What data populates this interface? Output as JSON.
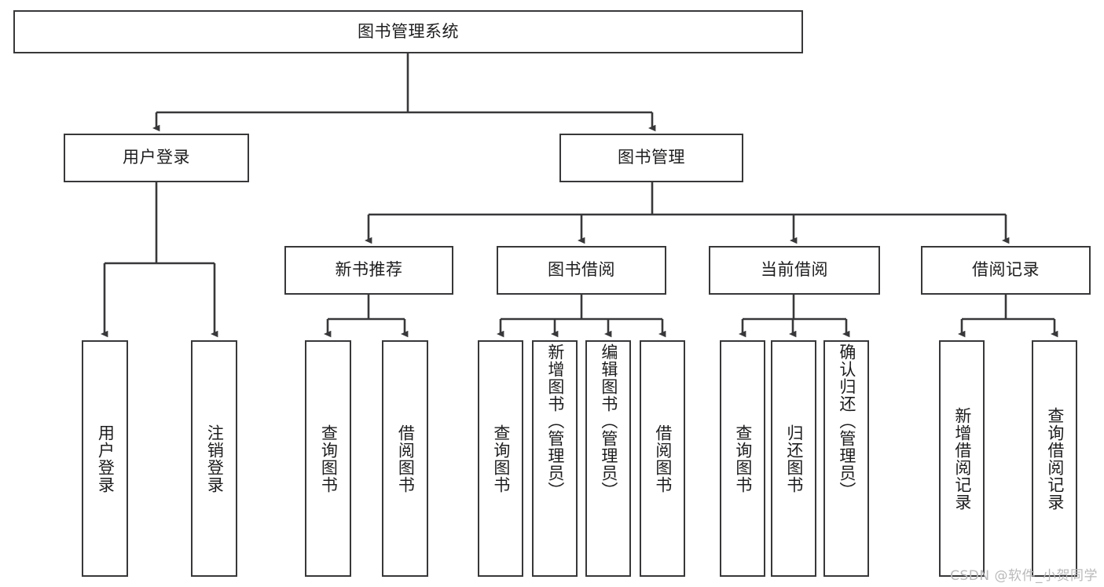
{
  "diagram": {
    "title": "图书管理系统",
    "type": "tree-hierarchy",
    "root": {
      "label": "图书管理系统"
    },
    "level2": [
      {
        "id": "user-login",
        "label": "用户登录"
      },
      {
        "id": "book-management",
        "label": "图书管理"
      }
    ],
    "level3": [
      {
        "id": "new-book-recommend",
        "label": "新书推荐",
        "parent": "book-management"
      },
      {
        "id": "book-borrow",
        "label": "图书借阅",
        "parent": "book-management"
      },
      {
        "id": "current-borrow",
        "label": "当前借阅",
        "parent": "book-management"
      },
      {
        "id": "borrow-record",
        "label": "借阅记录",
        "parent": "book-management"
      }
    ],
    "leaves": [
      {
        "id": "leaf-user-login",
        "label": "用户登录",
        "parent": "user-login"
      },
      {
        "id": "leaf-logout",
        "label": "注销登录",
        "parent": "user-login"
      },
      {
        "id": "leaf-query-book-1",
        "label": "查询图书",
        "parent": "new-book-recommend"
      },
      {
        "id": "leaf-borrow-book-1",
        "label": "借阅图书",
        "parent": "new-book-recommend"
      },
      {
        "id": "leaf-query-book-2",
        "label": "查询图书",
        "parent": "book-borrow"
      },
      {
        "id": "leaf-add-book",
        "label": "新增图书（管理员）",
        "parent": "book-borrow"
      },
      {
        "id": "leaf-edit-book",
        "label": "编辑图书（管理员）",
        "parent": "book-borrow"
      },
      {
        "id": "leaf-borrow-book-2",
        "label": "借阅图书",
        "parent": "book-borrow"
      },
      {
        "id": "leaf-query-book-3",
        "label": "查询图书",
        "parent": "current-borrow"
      },
      {
        "id": "leaf-return-book",
        "label": "归还图书",
        "parent": "current-borrow"
      },
      {
        "id": "leaf-confirm-return",
        "label": "确认归还（管理员）",
        "parent": "current-borrow"
      },
      {
        "id": "leaf-add-record",
        "label": "新增借阅记录",
        "parent": "borrow-record"
      },
      {
        "id": "leaf-query-record",
        "label": "查询借阅记录",
        "parent": "borrow-record"
      }
    ],
    "colors": {
      "stroke": "#38383a",
      "box_fill": "#ffffff",
      "text": "#1d1d1f",
      "watermark": "#b9b9bb",
      "background": "#ffffff"
    }
  },
  "watermark": {
    "text": "CSDN @软件_小贺同学"
  }
}
